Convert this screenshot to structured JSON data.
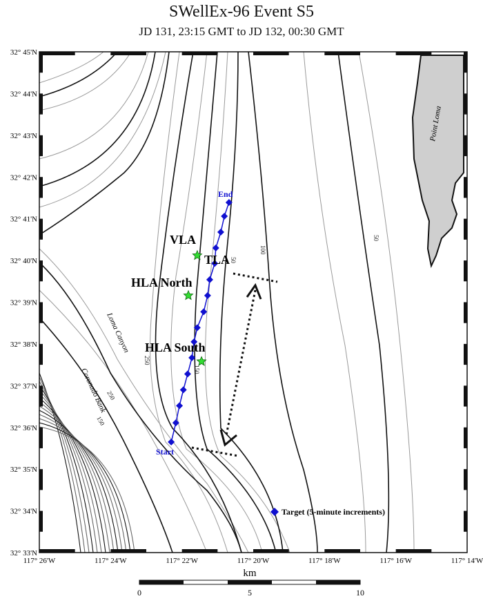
{
  "title": "SWellEx-96 Event S5",
  "subtitle": "JD 131, 23:15 GMT to JD 132, 00:30 GMT",
  "chart_data": {
    "type": "map",
    "lat_ticks": [
      "32° 45'N",
      "32° 44'N",
      "32° 43'N",
      "32° 42'N",
      "32° 41'N",
      "32° 40'N",
      "32° 39'N",
      "32° 38'N",
      "32° 37'N",
      "32° 36'N",
      "32° 35'N",
      "32° 34'N",
      "32° 33'N"
    ],
    "lon_ticks": [
      "117° 26'W",
      "117° 24'W",
      "117° 22'W",
      "117° 20'W",
      "117° 18'W",
      "117° 16'W",
      "117° 14'W"
    ],
    "lat_range_min_N_of_32": [
      33,
      45
    ],
    "lon_range_min_W_of_117": [
      26,
      14
    ],
    "land_label": "Point Loma",
    "feature_labels": [
      "Loma Canyon",
      "Coronado Bank"
    ],
    "contour_labels": [
      "50",
      "100",
      "150",
      "250",
      "250",
      "150",
      "50"
    ],
    "track": {
      "start_label": "Start",
      "end_label": "End",
      "color": "#1010d0",
      "points_lon_lat_min": [
        [
          20.68,
          41.39
        ],
        [
          20.81,
          41.06
        ],
        [
          20.91,
          40.68
        ],
        [
          21.05,
          40.3
        ],
        [
          21.08,
          39.93
        ],
        [
          21.22,
          39.54
        ],
        [
          21.28,
          39.16
        ],
        [
          21.39,
          38.77
        ],
        [
          21.57,
          38.39
        ],
        [
          21.66,
          38.05
        ],
        [
          21.72,
          37.67
        ],
        [
          21.84,
          37.28
        ],
        [
          21.96,
          36.9
        ],
        [
          22.07,
          36.52
        ],
        [
          22.17,
          36.11
        ],
        [
          22.3,
          35.65
        ]
      ]
    },
    "arrays": [
      {
        "name": "VLA",
        "lon": 21.57,
        "lat": 40.12
      },
      {
        "name": "TLA",
        "lon": null,
        "lat": null
      },
      {
        "name": "HLA North",
        "lon": 21.82,
        "lat": 39.16
      },
      {
        "name": "HLA South",
        "lon": 21.45,
        "lat": 37.58
      }
    ],
    "star_color": "#33dd33",
    "legend": {
      "label": "Target (5-minute increments)",
      "marker": "diamond"
    },
    "scale_bar": {
      "unit": "km",
      "ticks": [
        "0",
        "5",
        "10"
      ]
    }
  }
}
